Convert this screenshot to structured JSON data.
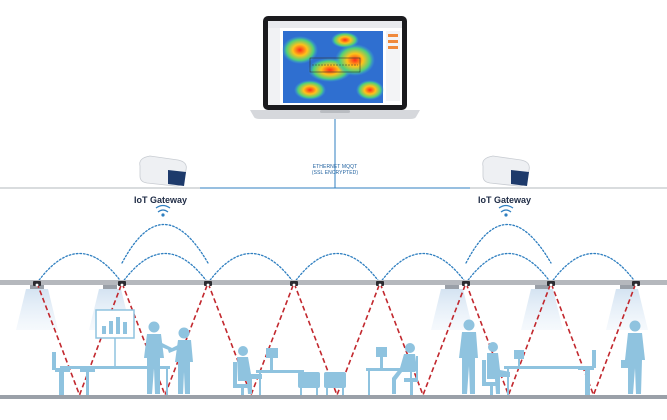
{
  "gateways": [
    {
      "label": "IoT Gateway"
    },
    {
      "label": "IoT Gateway"
    }
  ],
  "link": {
    "line1": "ETHERNET MQQT",
    "line2": "(SSL ENCRYPTED)"
  },
  "colors": {
    "network_line": "#2f7fc0",
    "sensor_beam": "#c2282e",
    "silhouette": "#8fc3df",
    "ceiling": "#b5b8bd",
    "gateway_band": "#1d3a6b"
  },
  "icons": [
    "laptop-icon",
    "gateway-icon",
    "wifi-icon",
    "sensor-icon",
    "person-icon",
    "chair-icon",
    "desk-icon",
    "whiteboard-icon"
  ]
}
